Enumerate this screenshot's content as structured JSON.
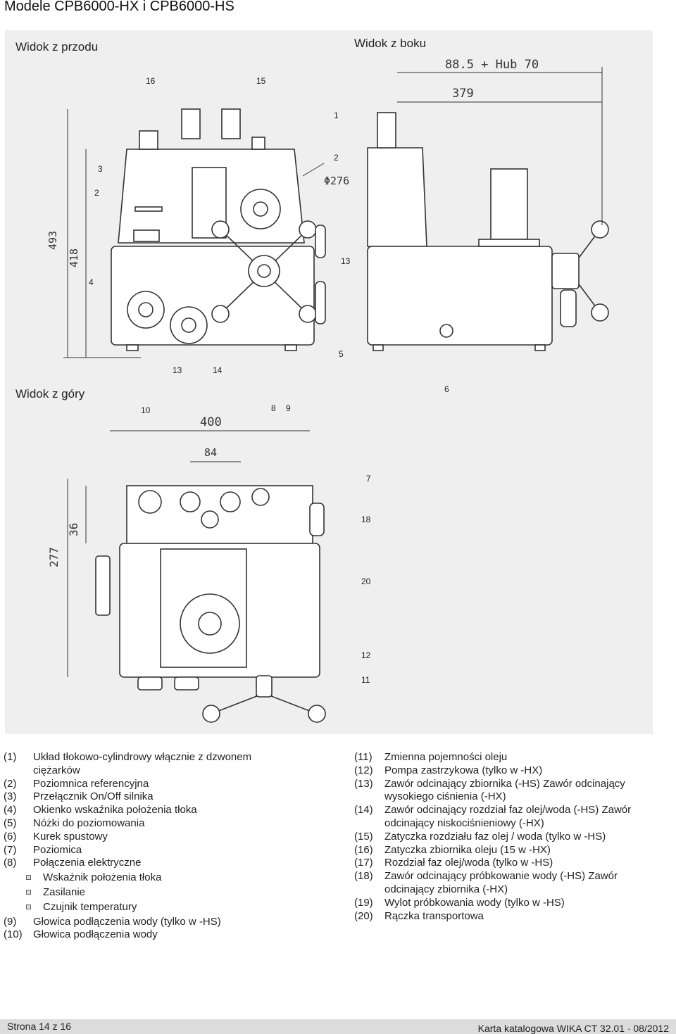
{
  "page": {
    "title": "Modele CPB6000-HX i CPB6000-HS"
  },
  "views": {
    "front": "Widok z przodu",
    "side": "Widok z boku",
    "top": "Widok z góry"
  },
  "dimensions": {
    "front_493": "493",
    "front_418": "418",
    "front_d276": "Φ276",
    "side_885": "88.5 + Hub 70",
    "side_379": "379",
    "top_400": "400",
    "top_84": "84",
    "top_277": "277",
    "top_36": "36"
  },
  "callouts": {
    "front": [
      "16",
      "15",
      "1",
      "2",
      "3",
      "2",
      "4",
      "13",
      "5",
      "13",
      "14"
    ],
    "side": [
      "6"
    ],
    "top": [
      "10",
      "8",
      "9",
      "7",
      "18",
      "20",
      "12",
      "11"
    ]
  },
  "legend_left": [
    {
      "num": "(1)",
      "text": "Układ tłokowo-cylindrowy włącznie z dzwonem ciężarków"
    },
    {
      "num": "(2)",
      "text": "Poziomnica referencyjna"
    },
    {
      "num": "(3)",
      "text": "Przełącznik On/Off silnika"
    },
    {
      "num": "(4)",
      "text": "Okienko wskaźnika położenia tłoka"
    },
    {
      "num": "(5)",
      "text": "Nóżki do poziomowania"
    },
    {
      "num": "(6)",
      "text": "Kurek spustowy"
    },
    {
      "num": "(7)",
      "text": "Poziomica"
    },
    {
      "num": "(8)",
      "text": "Połączenia elektryczne"
    }
  ],
  "legend_left_sub": [
    "Wskaźnik położenia tłoka",
    "Zasilanie",
    "Czujnik temperatury"
  ],
  "legend_left_tail": [
    {
      "num": "(9)",
      "text": "Głowica podłączenia wody (tylko w -HS)"
    },
    {
      "num": "(10)",
      "text": "Głowica podłączenia wody"
    }
  ],
  "legend_right": [
    {
      "num": "(11)",
      "text": "Zmienna pojemności oleju"
    },
    {
      "num": "(12)",
      "text": "Pompa zastrzykowa (tylko w -HX)"
    },
    {
      "num": "(13)",
      "text": "Zawór odcinający zbiornika (-HS) Zawór odcinający wysokiego ciśnienia (-HX)"
    },
    {
      "num": "(14)",
      "text": "Zawór odcinający rozdział faz olej/woda (-HS) Zawór odcinający niskociśnieniowy (-HX)"
    },
    {
      "num": "(15)",
      "text": "Zatyczka rozdziału faz olej / woda (tylko w -HS)"
    },
    {
      "num": "(16)",
      "text": "Zatyczka zbiornika oleju (15 w -HX)"
    },
    {
      "num": "(17)",
      "text": "Rozdział faz olej/woda (tylko w -HS)"
    },
    {
      "num": "(18)",
      "text": "Zawór odcinający próbkowanie wody (-HS) Zawór odcinający zbiornika (-HX)"
    },
    {
      "num": "(19)",
      "text": "Wylot próbkowania wody (tylko w -HS)"
    },
    {
      "num": "(20)",
      "text": "Rączka transportowa"
    }
  ],
  "footer": {
    "page": "Strona 14 z 16",
    "catalog": "Karta katalogowa WIKA CT 32.01 · 08/2012"
  }
}
